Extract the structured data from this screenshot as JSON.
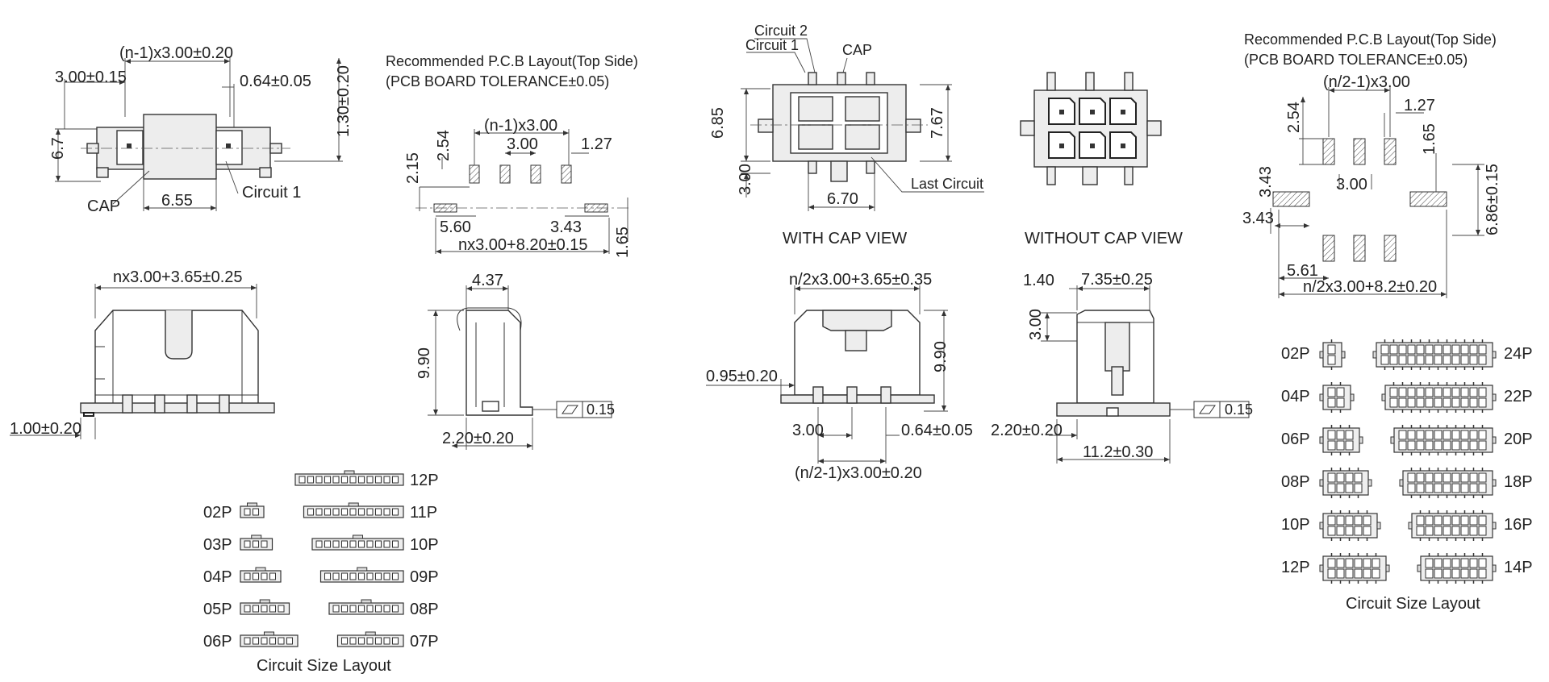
{
  "left": {
    "top_view": {
      "pitch_dim": "(n-1)x3.00±0.20",
      "dim_a": "3.00±0.15",
      "dim_b": "0.64±0.05",
      "height_dim": "1.30±0.20",
      "width_dim": "6.7",
      "bottom_dim": "6.55",
      "cap_label": "CAP",
      "circuit1_label": "Circuit 1"
    },
    "pcb": {
      "title_line1": "Recommended P.C.B Layout(Top Side)",
      "title_line2": "(PCB BOARD TOLERANCE±0.05)",
      "d_254": "2.54",
      "d_pitch": "(n-1)x3.00",
      "d_300": "3.00",
      "d_127": "1.27",
      "d_215": "2.15",
      "d_560": "5.60",
      "d_343": "3.43",
      "d_total": "nx3.00+8.20±0.15",
      "d_165": "1.65"
    },
    "front_view": {
      "top_dim": "nx3.00+3.65±0.25",
      "left_dim": "1.00±0.20"
    },
    "side_view": {
      "top_dim": "4.37",
      "height_dim": "9.90",
      "bottom_dim": "2.20±0.20",
      "flatness": "0.15"
    },
    "sizes": {
      "caption": "Circuit Size Layout",
      "left": [
        "02P",
        "03P",
        "04P",
        "05P",
        "06P"
      ],
      "right": [
        "12P",
        "11P",
        "10P",
        "09P",
        "08P",
        "07P"
      ]
    }
  },
  "right": {
    "cap_view": {
      "circuit2_label": "Circuit 2",
      "circuit1_label": "Circuit 1",
      "cap_label": "CAP",
      "d_685": "6.85",
      "d_767": "7.67",
      "d_300": "3.00",
      "d_670": "6.70",
      "last_circuit_label": "Last Circuit",
      "caption": "WITH CAP VIEW"
    },
    "nocap_view": {
      "caption": "WITHOUT CAP VIEW"
    },
    "pcb": {
      "title_line1": "Recommended P.C.B Layout(Top Side)",
      "title_line2": "(PCB BOARD TOLERANCE±0.05)",
      "d_pitch": "(n/2-1)x3.00",
      "d_254": "2.54",
      "d_127": "1.27",
      "d_165": "1.65",
      "d_343a": "3.43",
      "d_300": "3.00",
      "d_343b": "3.43",
      "d_686": "6.86±0.15",
      "d_561": "5.61",
      "d_total": "n/2x3.00+8.2±0.20"
    },
    "front_view": {
      "top_dim": "n/2x3.00+3.65±0.35",
      "left_dim": "0.95±0.20",
      "height_dim": "9.90",
      "d_300": "3.00",
      "d_064": "0.64±0.05",
      "bottom_dim": "(n/2-1)x3.00±0.20"
    },
    "side_view": {
      "d_140": "1.40",
      "d_735": "7.35±0.25",
      "d_300": "3.00",
      "left_dim": "2.20±0.20",
      "bottom_dim": "11.2±0.30",
      "flatness": "0.15"
    },
    "sizes": {
      "caption": "Circuit Size Layout",
      "left": [
        "02P",
        "04P",
        "06P",
        "08P",
        "10P",
        "12P"
      ],
      "right": [
        "24P",
        "22P",
        "20P",
        "18P",
        "16P",
        "14P"
      ]
    }
  }
}
